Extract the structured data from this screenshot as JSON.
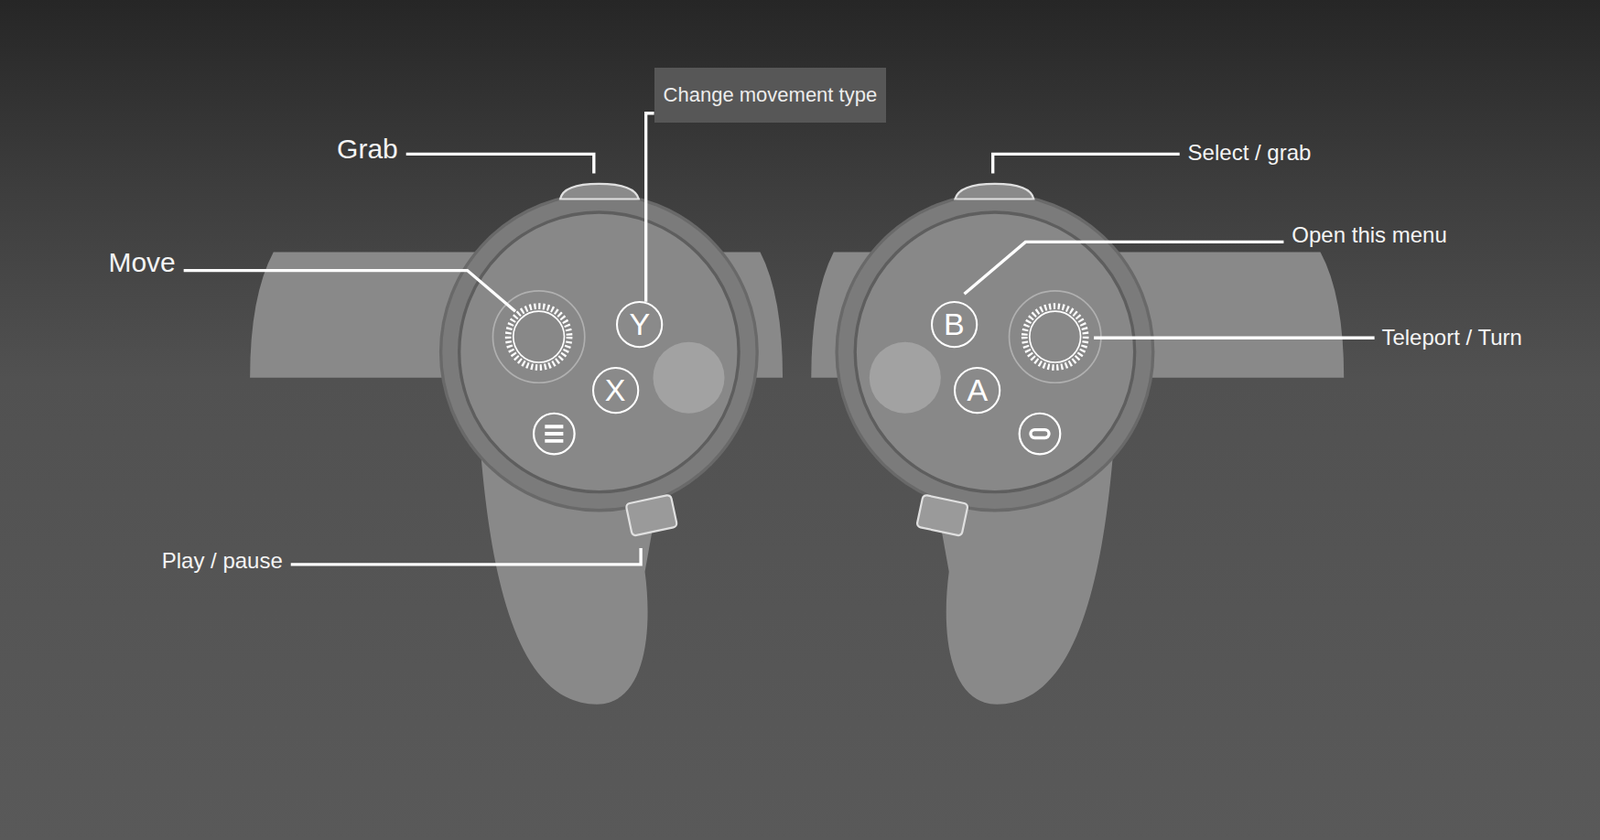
{
  "diagram": {
    "nodes": [
      {
        "text": [
          "Change movement type"
        ]
      },
      {
        "text": [
          "Y"
        ]
      },
      {
        "text": [
          "X"
        ]
      },
      {
        "text": [
          "B"
        ]
      },
      {
        "text": [
          "A"
        ]
      }
    ],
    "edges": [
      {
        "from": 0,
        "to": 1,
        "arrow": "none"
      }
    ],
    "labels": [
      "Grab",
      "Move",
      "Play / pause",
      "Select / grab",
      "Open this menu",
      "Teleport / Turn"
    ]
  }
}
